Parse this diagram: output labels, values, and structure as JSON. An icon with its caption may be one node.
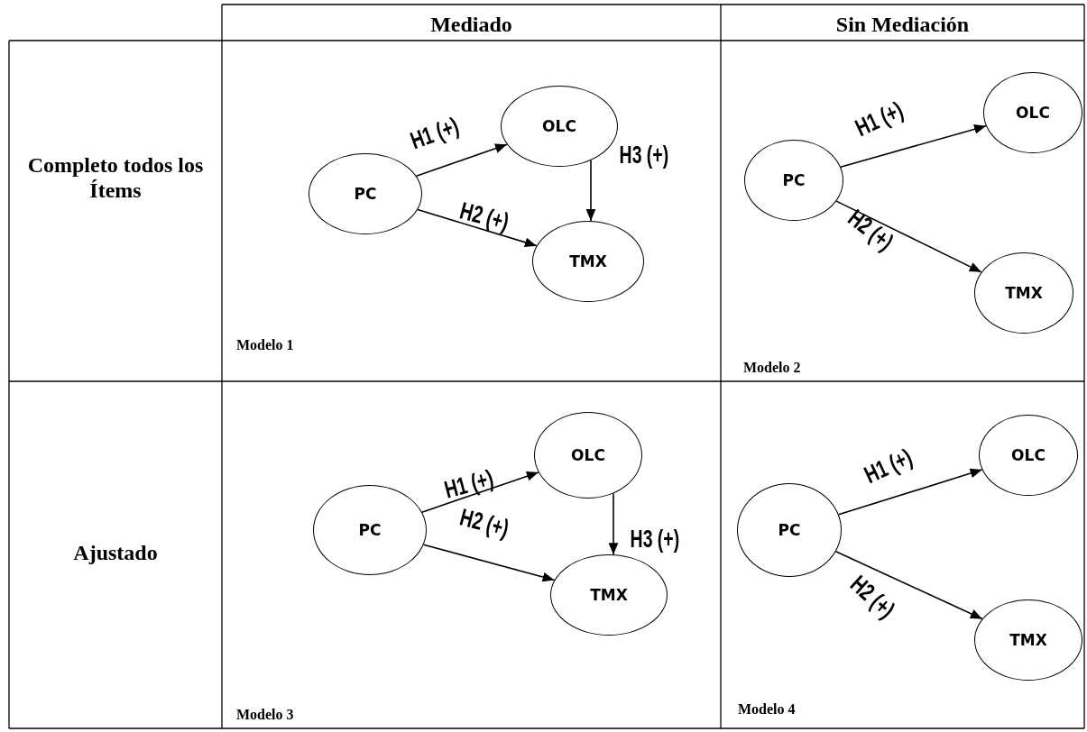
{
  "diagram": {
    "nodes": [
      {
        "text": [
          "PC"
        ]
      },
      {
        "text": [
          "OLC"
        ]
      },
      {
        "text": [
          "TMX"
        ]
      },
      {
        "text": [
          "PC"
        ]
      },
      {
        "text": [
          "OLC"
        ]
      },
      {
        "text": [
          "TMX"
        ]
      },
      {
        "text": [
          "PC"
        ]
      },
      {
        "text": [
          "OLC"
        ]
      },
      {
        "text": [
          "TMX"
        ]
      },
      {
        "text": [
          "PC"
        ]
      },
      {
        "text": [
          "OLC"
        ]
      },
      {
        "text": [
          "TMX"
        ]
      }
    ],
    "edges": [
      {
        "from": 0,
        "to": 1,
        "arrow": "to",
        "label": "H1 (+)"
      },
      {
        "from": 0,
        "to": 2,
        "arrow": "to",
        "label": "H2 (+)"
      },
      {
        "from": 1,
        "to": 2,
        "arrow": "to",
        "label": "H3 (+)"
      },
      {
        "from": 3,
        "to": 4,
        "arrow": "to",
        "label": "H1 (+)"
      },
      {
        "from": 3,
        "to": 5,
        "arrow": "to",
        "label": "H2 (+)"
      },
      {
        "from": 6,
        "to": 7,
        "arrow": "to",
        "label": "H1 (+)"
      },
      {
        "from": 6,
        "to": 8,
        "arrow": "to",
        "label": "H2 (+)"
      },
      {
        "from": 7,
        "to": 8,
        "arrow": "to",
        "label": "H3 (+)"
      },
      {
        "from": 9,
        "to": 10,
        "arrow": "to",
        "label": "H1 (+)"
      },
      {
        "from": 9,
        "to": 11,
        "arrow": "to",
        "label": "H2 (+)"
      }
    ],
    "labels": [
      "Mediado",
      "Sin Mediación",
      "Completo todos los Ítems",
      "Modelo 1",
      "Modelo 2",
      "Ajustado",
      "Modelo 3",
      "Modelo 4"
    ]
  }
}
